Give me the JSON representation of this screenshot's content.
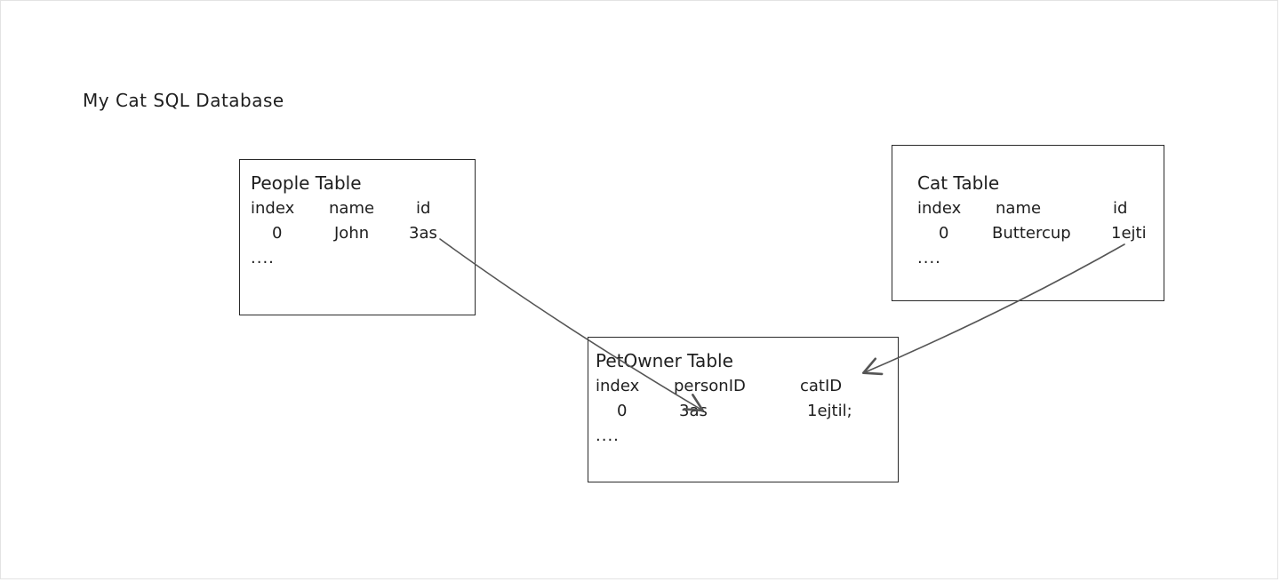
{
  "diagram": {
    "title": "My Cat SQL Database"
  },
  "people_table": {
    "title": "People Table",
    "columns": [
      "index",
      "name",
      "id"
    ],
    "row": [
      "0",
      "John",
      "3as"
    ],
    "more": "...."
  },
  "cat_table": {
    "title": "Cat Table",
    "columns": [
      "index",
      "name",
      "id"
    ],
    "row": [
      "0",
      "Buttercup",
      "1ejti"
    ],
    "more": "...."
  },
  "petowner_table": {
    "title": "PetOwner Table",
    "columns": [
      "index",
      "personID",
      "catID"
    ],
    "row": [
      "0",
      "3as",
      "1ejtil;"
    ],
    "more": "...."
  },
  "colors": {
    "stroke": "#2a2a2a",
    "arrow": "#555555",
    "text": "#1e1e1e"
  }
}
